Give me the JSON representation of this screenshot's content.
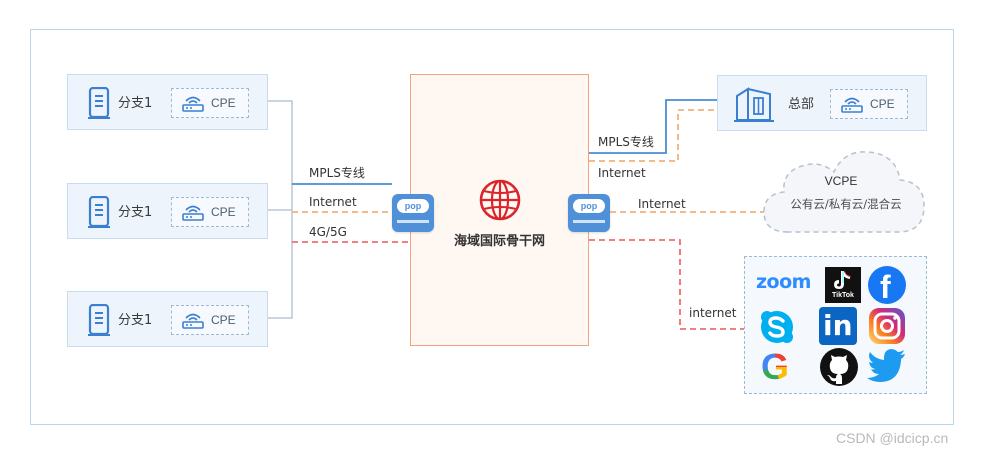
{
  "branches": [
    {
      "label": "分支1",
      "cpe": "CPE"
    },
    {
      "label": "分支1",
      "cpe": "CPE"
    },
    {
      "label": "分支1",
      "cpe": "CPE"
    }
  ],
  "hq": {
    "label": "总部",
    "cpe": "CPE"
  },
  "backbone": {
    "label": "海域国际骨干网"
  },
  "pop_label": "pop",
  "links_left": {
    "mpls": "MPLS专线",
    "internet": "Internet",
    "cellular": "4G/5G"
  },
  "links_right": {
    "mpls": "MPLS专线",
    "internet_hq": "Internet",
    "internet_cloud": "Internet",
    "internet_apps": "internet"
  },
  "cloud": {
    "title": "VCPE",
    "subtitle": "公有云/私有云/混合云"
  },
  "apps": {
    "zoom": "zoom",
    "tiktok": "TikTok",
    "facebook": "f",
    "linkedin": "in",
    "google": "G"
  },
  "watermark": "CSDN @idcicp.cn",
  "colors": {
    "mpls": "#4a8cd6",
    "internet": "#f2b07a",
    "cellular": "#ef6e6e",
    "backbone_border": "#f2a37d",
    "pop": "#4f90d9"
  }
}
